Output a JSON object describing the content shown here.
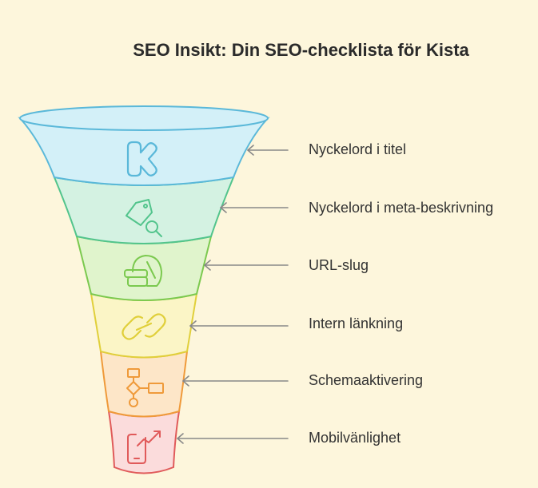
{
  "title": "SEO Insikt: Din SEO-checklista för Kista",
  "stages": [
    {
      "label": "Nyckelord i titel",
      "icon": "kickstarter-k-icon",
      "fill": "#d3f0f8",
      "stroke": "#5ab8d9"
    },
    {
      "label": "Nyckelord i meta-beskrivning",
      "icon": "tag-search-icon",
      "fill": "#d4f2e2",
      "stroke": "#52c48c"
    },
    {
      "label": "URL-slug",
      "icon": "helmet-icon",
      "fill": "#e0f4cc",
      "stroke": "#7bc94f"
    },
    {
      "label": "Intern länkning",
      "icon": "link-icon",
      "fill": "#fbf5c6",
      "stroke": "#e0cf3a"
    },
    {
      "label": "Schemaaktivering",
      "icon": "flowchart-icon",
      "fill": "#fde6c8",
      "stroke": "#ef9a3a"
    },
    {
      "label": "Mobilvänlighet",
      "icon": "mobile-trend-icon",
      "fill": "#fbdcdc",
      "stroke": "#e05a5a"
    }
  ],
  "colors": {
    "background": "#fdf6dc",
    "arrow": "#888888",
    "text": "#333333"
  }
}
